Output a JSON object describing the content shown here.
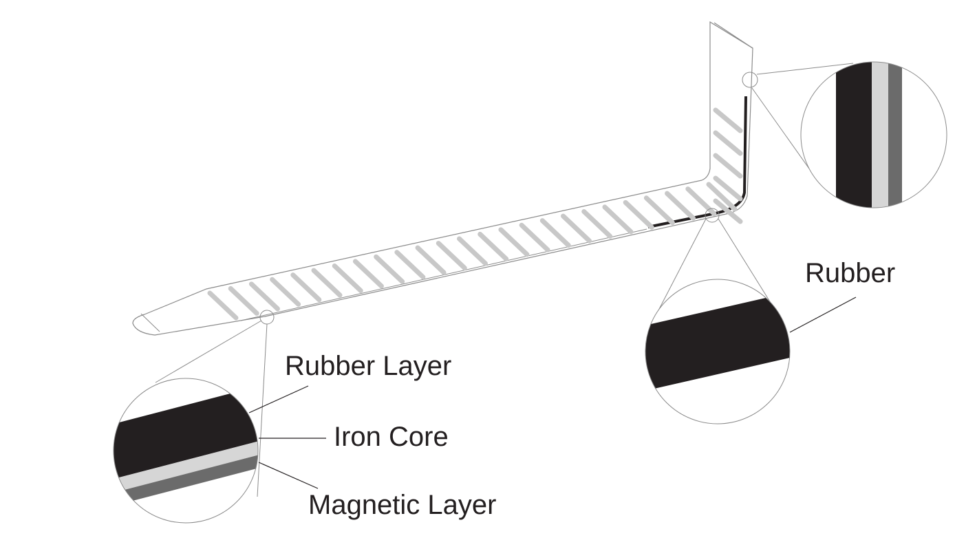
{
  "labels": {
    "rubber_layer": "Rubber Layer",
    "iron_core": "Iron Core",
    "magnetic_layer": "Magnetic Layer",
    "rubber": "Rubber"
  },
  "colors": {
    "rubber": "#231f20",
    "iron": "#d6d6d6",
    "magnetic": "#6b6b6b",
    "outline": "#8a8a8a",
    "stripe": "#c8c8c8"
  }
}
